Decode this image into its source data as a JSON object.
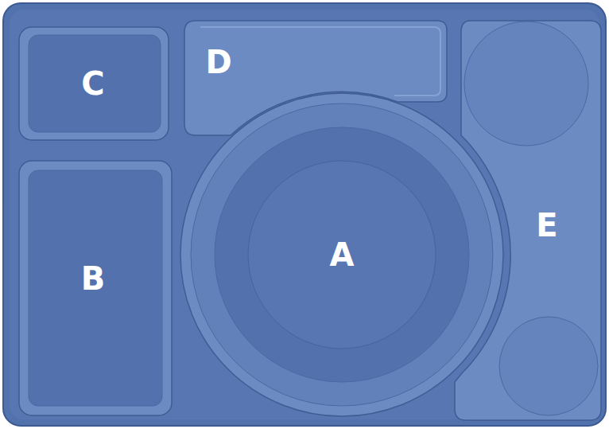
{
  "diagram": {
    "nodes": [
      {
        "text": [
          "C"
        ]
      },
      {
        "text": [
          "D"
        ]
      },
      {
        "text": [
          "B"
        ]
      },
      {
        "text": [
          "A"
        ]
      },
      {
        "text": [
          "E"
        ]
      }
    ]
  }
}
